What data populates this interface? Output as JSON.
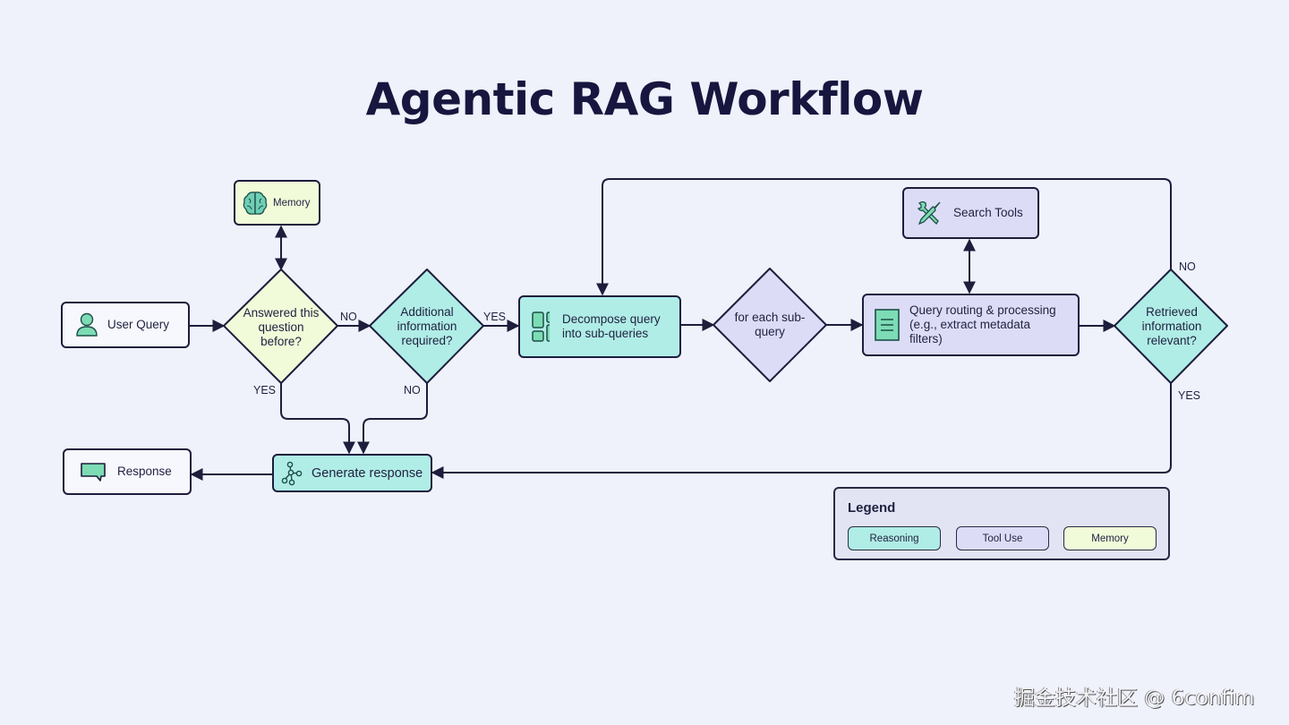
{
  "title": "Agentic RAG Workflow",
  "nodes": {
    "user_query": "User Query",
    "memory": "Memory",
    "answered_before": "Answered this question before?",
    "additional_info": "Additional information required?",
    "decompose": "Decompose query into sub-queries",
    "for_each": "for each sub-query",
    "query_routing": "Query routing & processing (e.g., extract metadata filters)",
    "search_tools": "Search Tools",
    "retrieved_relevant": "Retrieved information relevant?",
    "generate_response": "Generate response",
    "response": "Response"
  },
  "edge_labels": {
    "answered_no": "NO",
    "answered_yes": "YES",
    "additional_yes": "YES",
    "additional_no": "NO",
    "relevant_no": "NO",
    "relevant_yes": "YES"
  },
  "legend": {
    "title": "Legend",
    "items": [
      {
        "label": "Reasoning",
        "color": "#b0ede6"
      },
      {
        "label": "Tool Use",
        "color": "#dcdcf6"
      },
      {
        "label": "Memory",
        "color": "#f1fbd9"
      }
    ]
  },
  "colors": {
    "reasoning": "#b0ede6",
    "tool_use": "#dcdcf6",
    "memory": "#f1fbd9",
    "icon_green": "#7ddcb5",
    "stroke": "#1d1d3c"
  },
  "watermark": "掘金技术社区 @ 6confim"
}
